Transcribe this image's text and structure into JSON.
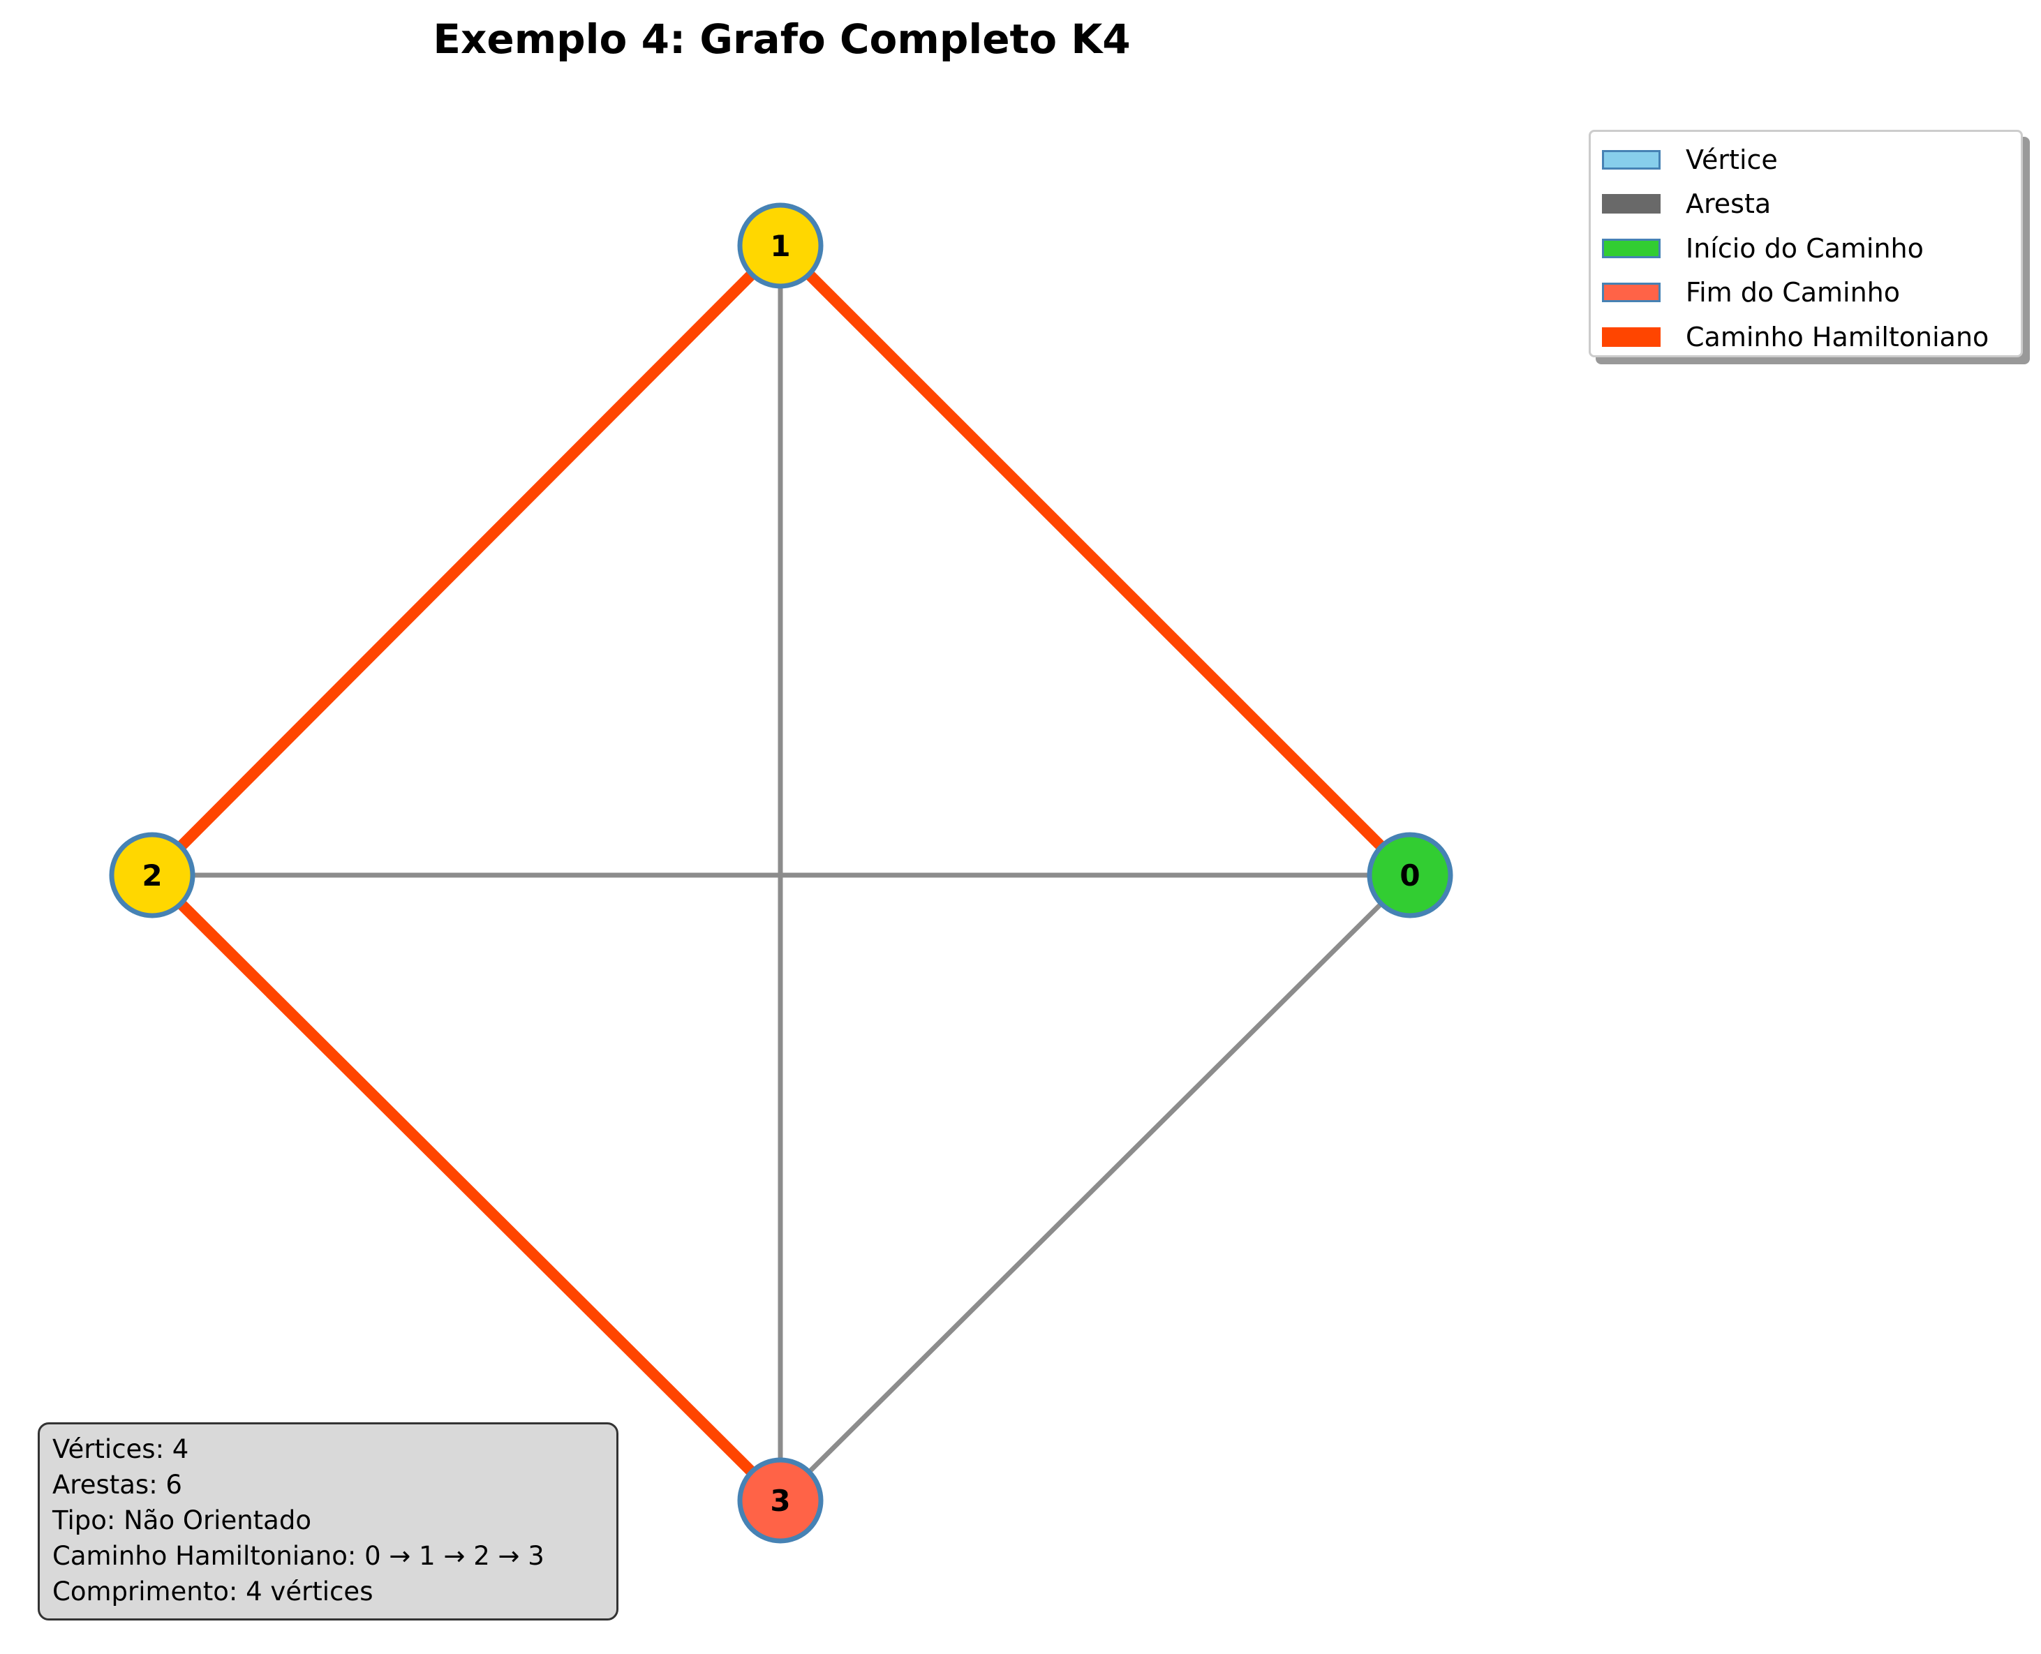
{
  "title": "Exemplo 4: Grafo Completo K4",
  "colors": {
    "vertex": "#87ceeb",
    "vertex_border": "#4682b4",
    "edge": "#8c8c8c",
    "path": "#ff4500",
    "start": "#32cd32",
    "end": "#ff6347",
    "inner": "#ffd700"
  },
  "legend": [
    {
      "label": "Vértice",
      "fill": "#87ceeb",
      "border": "#4682b4"
    },
    {
      "label": "Aresta",
      "fill": "#696969",
      "border": "#696969"
    },
    {
      "label": "Início do Caminho",
      "fill": "#32cd32",
      "border": "#4682b4"
    },
    {
      "label": "Fim do Caminho",
      "fill": "#ff6347",
      "border": "#4682b4"
    },
    {
      "label": "Caminho Hamiltoniano",
      "fill": "#ff4500",
      "border": "#ff4500"
    }
  ],
  "graph": {
    "nodes": [
      {
        "id": "0",
        "role": "start"
      },
      {
        "id": "1",
        "role": "inner"
      },
      {
        "id": "2",
        "role": "inner"
      },
      {
        "id": "3",
        "role": "end"
      }
    ],
    "edges": [
      {
        "from": "0",
        "to": "1",
        "in_path": true
      },
      {
        "from": "0",
        "to": "2",
        "in_path": false
      },
      {
        "from": "0",
        "to": "3",
        "in_path": false
      },
      {
        "from": "1",
        "to": "2",
        "in_path": true
      },
      {
        "from": "1",
        "to": "3",
        "in_path": false
      },
      {
        "from": "2",
        "to": "3",
        "in_path": true
      }
    ]
  },
  "info": {
    "vertices": "Vértices: 4",
    "edges": "Arestas: 6",
    "type": "Tipo: Não Orientado",
    "path": "Caminho Hamiltoniano: 0 → 1 → 2 → 3",
    "length": "Comprimento: 4 vértices"
  }
}
